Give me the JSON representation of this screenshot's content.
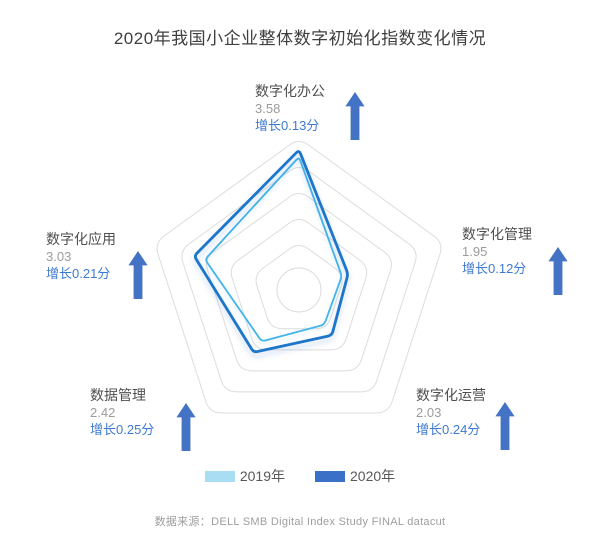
{
  "title": "2020年我国小企业整体数字初始化指数变化情况",
  "chart_data": {
    "type": "radar",
    "shape": "pentagon",
    "categories": [
      "数字化办公",
      "数字化管理",
      "数字化运营",
      "数据管理",
      "数字化应用"
    ],
    "series": [
      {
        "name": "2019年",
        "values": [
          3.45,
          1.83,
          1.79,
          2.17,
          2.82
        ],
        "line_color": "#45b4ea",
        "swatch_color": "#a9ddf3"
      },
      {
        "name": "2020年",
        "values": [
          3.58,
          1.95,
          2.03,
          2.42,
          3.03
        ],
        "line_color": "#1d76ca",
        "swatch_color": "#3a70c5"
      }
    ],
    "growth_points": [
      0.13,
      0.12,
      0.24,
      0.25,
      0.21
    ],
    "axis_range": [
      1.0,
      3.8
    ],
    "rings": 5,
    "grid_on": true,
    "legend_position": "bottom"
  },
  "labels": [
    {
      "name": "数字化办公",
      "value": "3.58",
      "growth": "增长0.13分"
    },
    {
      "name": "数字化管理",
      "value": "1.95",
      "growth": "增长0.12分"
    },
    {
      "name": "数字化运营",
      "value": "2.03",
      "growth": "增长0.24分"
    },
    {
      "name": "数据管理",
      "value": "2.42",
      "growth": "增长0.25分"
    },
    {
      "name": "数字化应用",
      "value": "3.03",
      "growth": "增长0.21分"
    }
  ],
  "legend": [
    {
      "label": "2019年"
    },
    {
      "label": "2020年"
    }
  ],
  "source": "数据来源：DELL SMB Digital Index Study FINAL datacut",
  "colors": {
    "title_text": "#3f3f3f",
    "category_text": "#4f4f4f",
    "value_text": "#9b9b9b",
    "growth_text": "#3e7ad2",
    "arrow": "#4472c4",
    "legend_text": "#595959",
    "source_text": "#9e9e9e",
    "grid": "#dcdcdc"
  }
}
